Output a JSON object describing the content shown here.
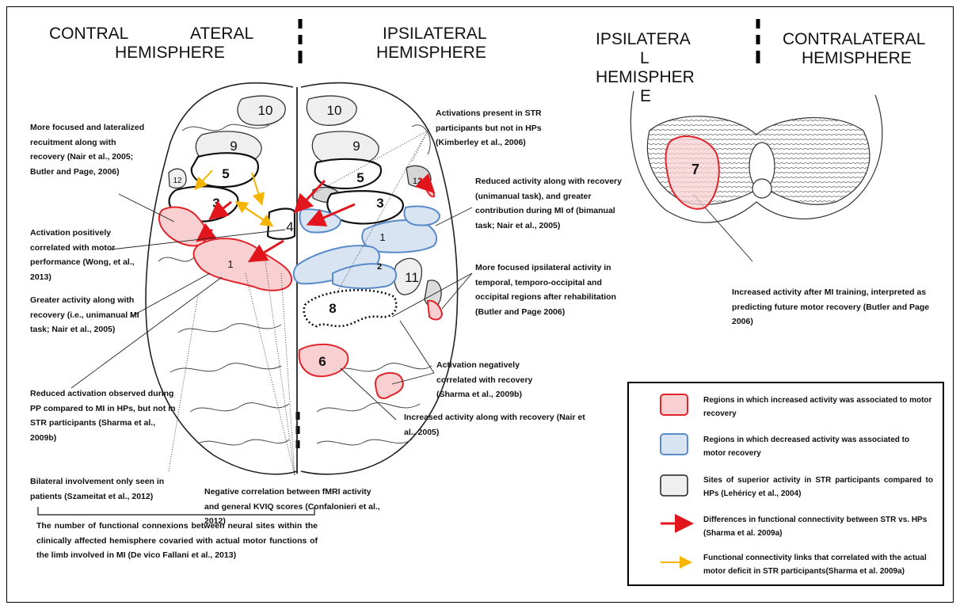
{
  "headers": {
    "left_a": "CONTRAL",
    "left_b": "ATERAL",
    "left_c": "HEMISPHERE",
    "mid_a": "IPSILATERAL",
    "mid_b": "HEMISPHERE",
    "cereb_ipsi_1": "IPSILATERA",
    "cereb_ipsi_2": "L",
    "cereb_ipsi_3": "HEMISPHER",
    "cereb_ipsi_4": "E",
    "cereb_contra_1": "CONTRALATERAL",
    "cereb_contra_2": "HEMISPHERE"
  },
  "region_labels": {
    "r10a": "10",
    "r10b": "10",
    "r9a": "9",
    "r9b": "9",
    "r5a": "5",
    "r5b": "5",
    "r12a": "12",
    "r12b": "12",
    "r3a": "3",
    "r3b": "3",
    "r4a": "4",
    "r4b": "4",
    "r1a": "1",
    "r1b": "1",
    "r2": "2",
    "r11": "11",
    "r8": "8",
    "r6": "6",
    "r7": "7"
  },
  "annotations": {
    "focused": "More focused and lateralized recuitment along with recovery (Nair et al., 2005; Butler and Page, 2006)",
    "activation_pos": "Activation positively correlated with motor performance (Wong, et al., 2013)",
    "greater": "Greater activity along with recovery (i.e., unimanual MI task; Nair et al., 2005)",
    "reduced_pp": "Reduced activation observed during PP compared to MI in HPs, but not in STR participants (Sharma et al., 2009b)",
    "bilateral": "Bilateral involvement only seen in patients (Szameitat et al., 2012)",
    "negative_corr": "Negative correlation between fMRI activity and general KVIQ scores (Confalonieri et al., 2012)",
    "connexions": "The number of functional connexions between neural sites within the clinically affected hemisphere covaried with actual motor functions of the limb involved in MI (De vico Fallani et al., 2013)",
    "present_str": "Activations present in STR participants but not in HPs (Kimberley et al., 2006)",
    "reduced_activity": "Reduced activity along with recovery (unimanual task), and greater contribution during MI of (bimanual task; Nair et al., 2005)",
    "more_focused_ipsi": "More focused ipsilateral activity in temporal, temporo-occipital and occipital regions after rehabilitation (Butler and Page 2006)",
    "activation_neg": "Activation negatively correlated with recovery (Sharma et al., 2009b)",
    "increased_recovery": "Increased activity along with recovery (Nair et al., 2005)",
    "cereb_increased": "Increased activity after MI training, interpreted as predicting future motor recovery (Butler and Page 2006)"
  },
  "legend": {
    "red_region": "Regions in which increased activity was associated to motor recovery",
    "blue_region": "Regions in which decreased activity was associated to motor recovery",
    "grey_site": "Sites of superior activity in STR participants compared to HPs (Lehéricy et al., 2004)",
    "red_arrow": "Differences in functional connectivity between STR vs. HPs (Sharma et al. 2009a)",
    "yellow_arrow": "Functional connectivity links that correlated with the actual motor deficit in STR participants(Sharma et al. 2009a)"
  },
  "colors": {
    "red_fill": "#f9d0d2",
    "red_stroke": "#e0242b",
    "blue_fill": "#d8e4f2",
    "blue_stroke": "#5a8bc9",
    "grey_fill": "#efefef",
    "arrow_red": "#e2141c",
    "arrow_yellow": "#f5b400"
  }
}
